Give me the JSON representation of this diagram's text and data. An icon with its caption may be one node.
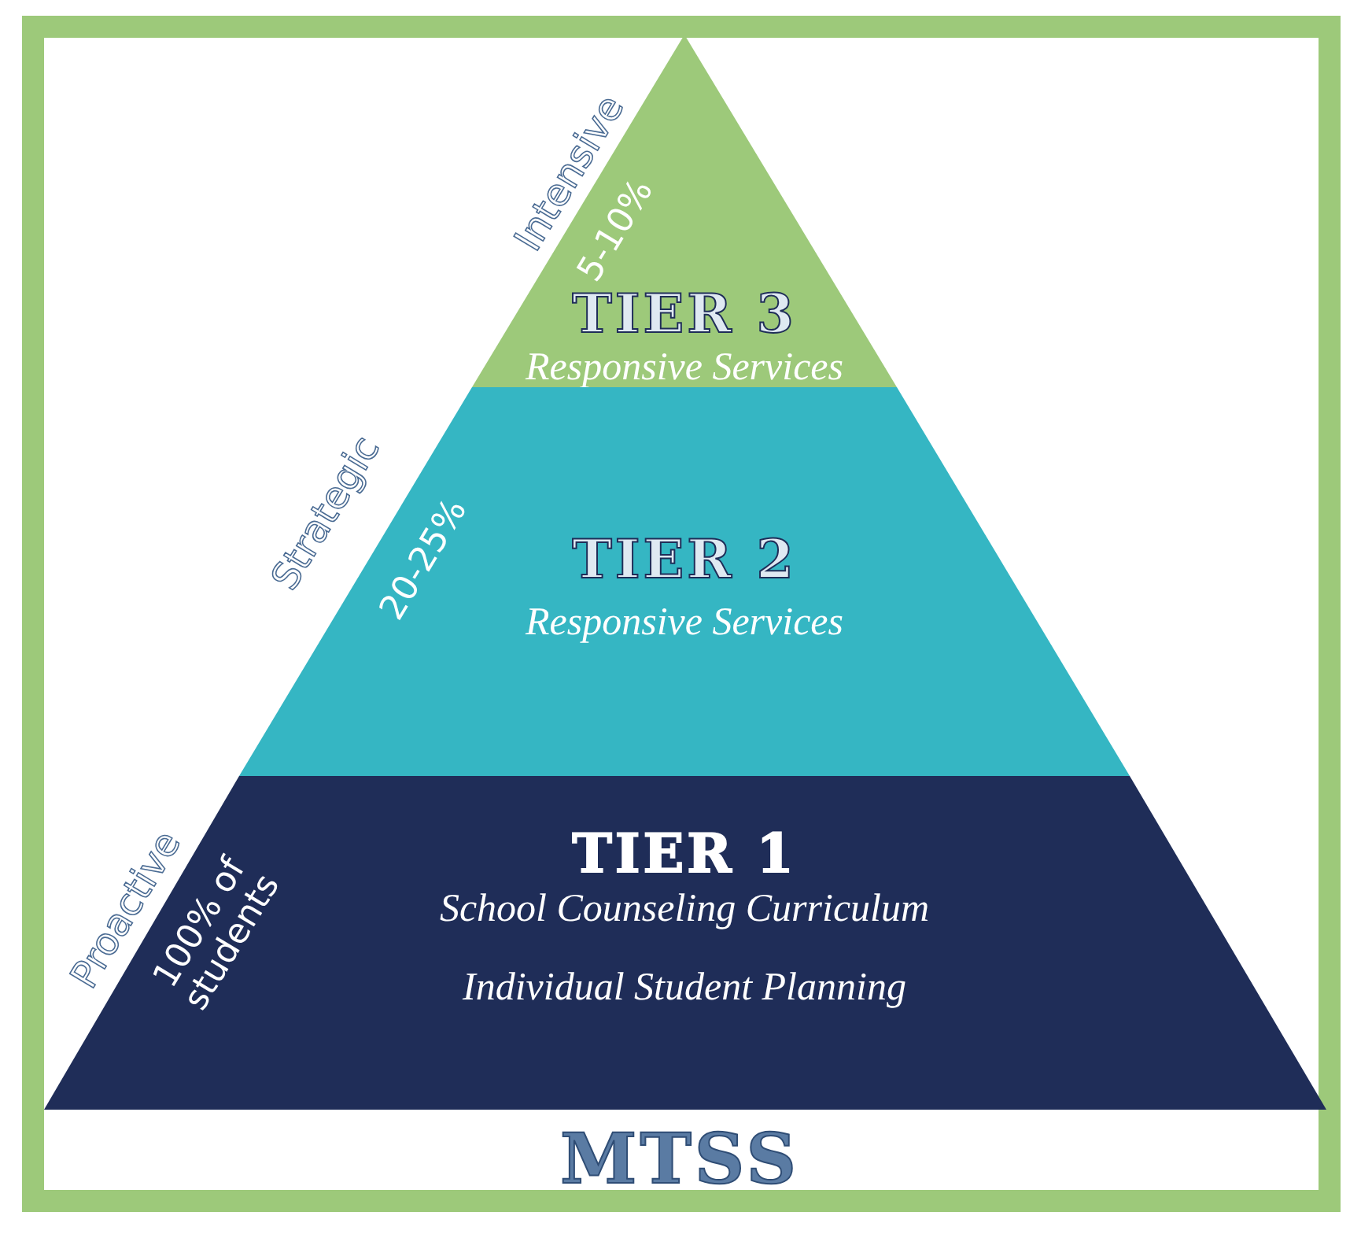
{
  "diagram": {
    "caption": "MTSS",
    "nodes": [
      {
        "text": [
          "5-10%",
          "TIER 3",
          "Responsive Services"
        ],
        "beside": [
          "Intensive"
        ]
      },
      {
        "text": [
          "20-25%",
          "TIER 2",
          "Responsive Services"
        ],
        "beside": [
          "Strategic"
        ]
      },
      {
        "text": [
          "100% of students",
          "TIER 1",
          "School Counseling Curriculum",
          "Individual Student Planning"
        ],
        "beside": [
          "Proactive"
        ]
      }
    ],
    "edges": []
  }
}
